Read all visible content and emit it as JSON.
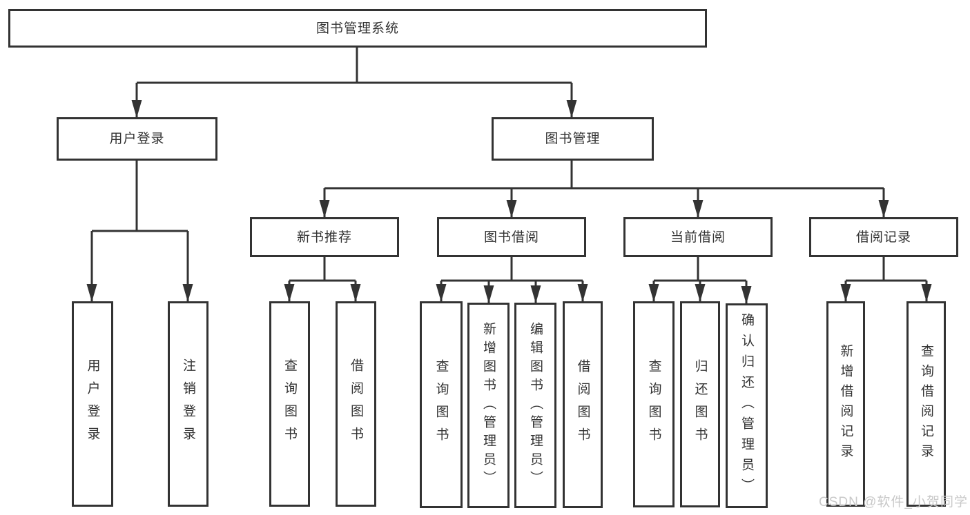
{
  "tree": {
    "root": {
      "label": "图书管理系统",
      "children": [
        {
          "label": "用户登录",
          "children": [
            {
              "label": "用户登录"
            },
            {
              "label": "注销登录"
            }
          ]
        },
        {
          "label": "图书管理",
          "children": [
            {
              "label": "新书推荐",
              "children": [
                {
                  "label": "查询图书"
                },
                {
                  "label": "借阅图书"
                }
              ]
            },
            {
              "label": "图书借阅",
              "children": [
                {
                  "label": "查询图书"
                },
                {
                  "label": "新增图书（管理员）"
                },
                {
                  "label": "编辑图书（管理员）"
                },
                {
                  "label": "借阅图书"
                }
              ]
            },
            {
              "label": "当前借阅",
              "children": [
                {
                  "label": "查询图书"
                },
                {
                  "label": "归还图书"
                },
                {
                  "label": "确认归还（管理员）"
                }
              ]
            },
            {
              "label": "借阅记录",
              "children": [
                {
                  "label": "新增借阅记录"
                },
                {
                  "label": "查询借阅记录"
                }
              ]
            }
          ]
        }
      ]
    }
  },
  "watermark": {
    "text": "CSDN @软件_小贺同学"
  },
  "colors": {
    "line": "#333333",
    "text": "#333333",
    "box_fill": "#ffffff",
    "watermark": "#c9c9c9",
    "background": "#ffffff"
  }
}
